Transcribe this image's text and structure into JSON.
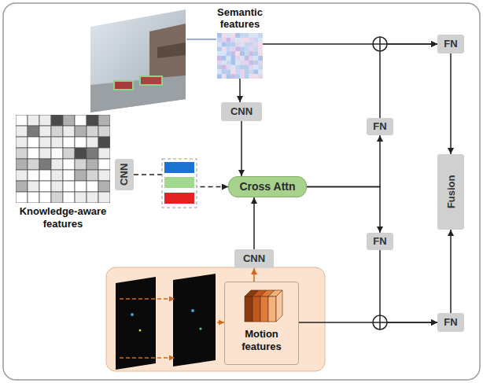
{
  "diagram": {
    "nodes": [
      {
        "text": [
          "Semantic features"
        ]
      },
      {
        "text": [
          "FN"
        ]
      },
      {
        "text": [
          "CNN"
        ]
      },
      {
        "text": [
          "FN"
        ]
      },
      {
        "text": [
          "Knowledge-aware features"
        ]
      },
      {
        "text": [
          "CNN"
        ]
      },
      {
        "text": [
          "Cross Attn"
        ]
      },
      {
        "text": [
          "Fusion"
        ]
      },
      {
        "text": [
          "FN"
        ]
      },
      {
        "text": [
          "CNN"
        ]
      },
      {
        "text": [
          "Motion features"
        ]
      },
      {
        "text": [
          "FN"
        ]
      }
    ],
    "edges": [
      {
        "from": 0,
        "to": 2,
        "arrow": "to"
      },
      {
        "from": 2,
        "to": 6,
        "arrow": "to"
      },
      {
        "from": 5,
        "to": 6,
        "arrow": "to"
      },
      {
        "from": 10,
        "to": 9,
        "arrow": "to"
      },
      {
        "from": 9,
        "to": 6,
        "arrow": "to"
      },
      {
        "from": 6,
        "to": 3,
        "arrow": "to"
      },
      {
        "from": 6,
        "to": 8,
        "arrow": "to"
      },
      {
        "from": 3,
        "to": 1,
        "arrow": "to"
      },
      {
        "from": 0,
        "to": 1,
        "arrow": "to"
      },
      {
        "from": 10,
        "to": 11,
        "arrow": "to"
      },
      {
        "from": 8,
        "to": 11,
        "arrow": "to"
      },
      {
        "from": 1,
        "to": 7,
        "arrow": "to"
      },
      {
        "from": 11,
        "to": 7,
        "arrow": "to"
      }
    ]
  }
}
